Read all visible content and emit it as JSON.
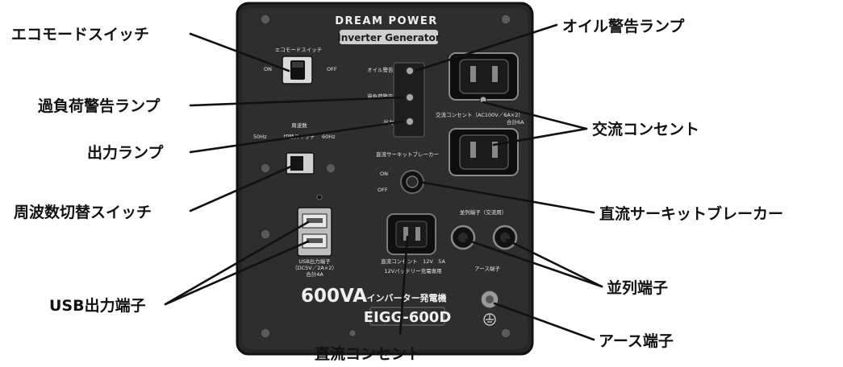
{
  "callouts": {
    "eco_switch": "エコモードスイッチ",
    "overload_lamp": "過負荷警告ランプ",
    "output_lamp": "出力ランプ",
    "freq_switch": "周波数切替スイッチ",
    "usb_port": "USB出力端子",
    "oil_lamp": "オイル警告ランプ",
    "ac_outlet": "交流コンセント",
    "dc_breaker": "直流サーキットブレーカー",
    "parallel_terminal": "並列端子",
    "earth_terminal": "アース端子",
    "dc_outlet": "直流コンセント"
  },
  "panel": {
    "brand": "DREAM POWER",
    "model_banner": "Inverter Generator",
    "eco_label": "エコモードスイッチ",
    "eco_on": "ON",
    "eco_off": "OFF",
    "oil_label": "オイル警告",
    "overload_label": "過負荷警告",
    "output_label": "出力",
    "freq_title": "周波数",
    "freq_50": "50Hz",
    "freq_mid": "切替スイッチ",
    "freq_60": "60Hz",
    "breaker_label": "直流サーキットブレーカー",
    "breaker_on": "ON",
    "breaker_off": "OFF",
    "ac_outlet_label": "交流コンセント（AC100V／6A×2）",
    "ac_outlet_total": "合計6A",
    "parallel_label": "並列端子（交流用）",
    "earth_label": "アース端子",
    "usb_label_1": "USB出力端子",
    "usb_label_2": "（DC5V／2A×2）",
    "usb_label_3": "合計4A",
    "dc_label_1": "直流コンセント　12V　5A",
    "dc_label_2": "12Vバッテリー充電専用",
    "capacity": "600VA",
    "product_type": "インバーター発電機",
    "model_number": "EIGG-600D"
  }
}
